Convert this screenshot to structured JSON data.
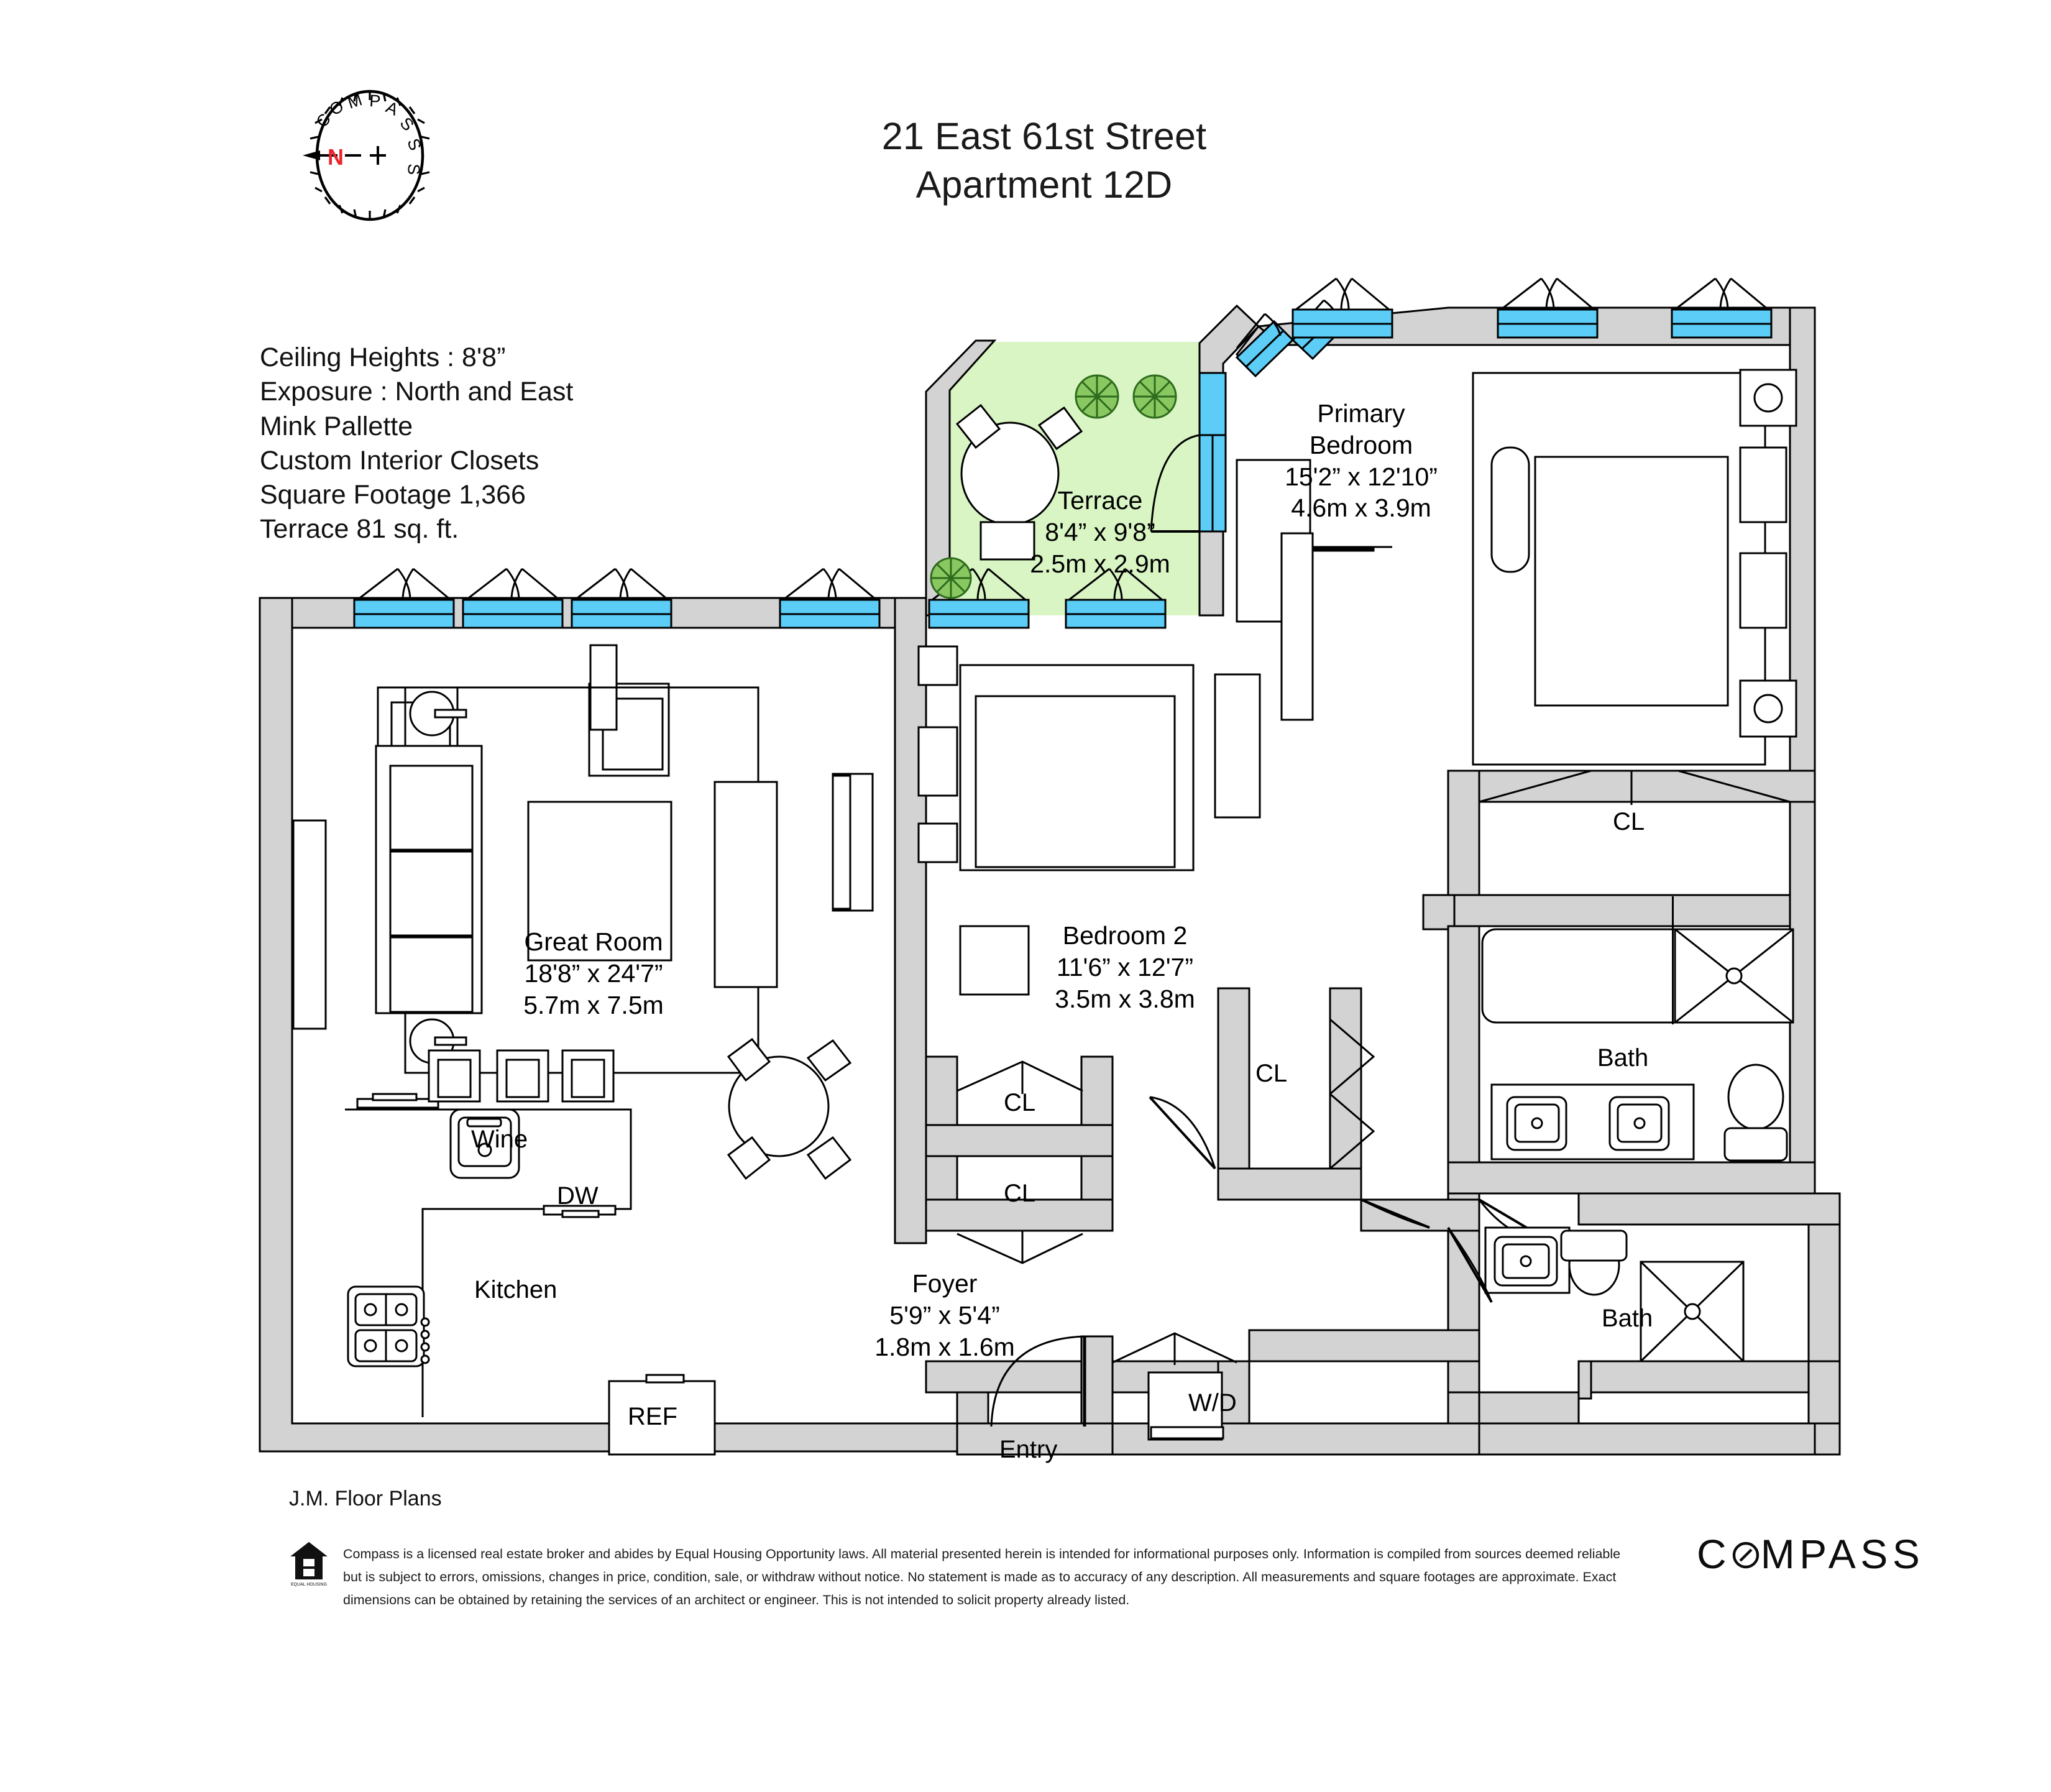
{
  "title": {
    "line1": "21 East 61st Street",
    "line2": "Apartment 12D"
  },
  "compass": {
    "label": "COMPASS",
    "north_marker": "N",
    "north_color": "#e8262b"
  },
  "specs": [
    "Ceiling Heights : 8'8”",
    "Exposure : North and East",
    "Mink Pallette",
    "Custom Interior Closets",
    "Square Footage 1,366",
    "Terrace 81 sq. ft."
  ],
  "rooms": [
    {
      "key": "terrace",
      "name": "Terrace",
      "dim_ft": "8'4” x 9'8”",
      "dim_m": "2.5m x 2.9m"
    },
    {
      "key": "primary",
      "name": "Primary\nBedroom",
      "dim_ft": "15'2” x 12'10”",
      "dim_m": "4.6m x 3.9m"
    },
    {
      "key": "great",
      "name": "Great Room",
      "dim_ft": "18'8” x 24'7”",
      "dim_m": "5.7m x 7.5m"
    },
    {
      "key": "bed2",
      "name": "Bedroom 2",
      "dim_ft": "11'6” x 12'7”",
      "dim_m": "3.5m x 3.8m"
    },
    {
      "key": "foyer",
      "name": "Foyer",
      "dim_ft": "5'9” x 5'4”",
      "dim_m": "1.8m x 1.6m"
    }
  ],
  "labels": {
    "terrace_name": "Terrace",
    "terrace_ft": "8'4” x 9'8”",
    "terrace_m": "2.5m x 2.9m",
    "primary_name1": "Primary",
    "primary_name2": "Bedroom",
    "primary_ft": "15'2” x 12'10”",
    "primary_m": "4.6m x 3.9m",
    "great_name": "Great Room",
    "great_ft": "18'8” x 24'7”",
    "great_m": "5.7m x 7.5m",
    "bed2_name": "Bedroom 2",
    "bed2_ft": "11'6” x 12'7”",
    "bed2_m": "3.5m x 3.8m",
    "foyer_name": "Foyer",
    "foyer_ft": "5'9” x 5'4”",
    "foyer_m": "1.8m x 1.6m",
    "kitchen": "Kitchen",
    "wine": "Wine",
    "dw": "DW",
    "ref": "REF",
    "wd": "W/D",
    "entry": "Entry",
    "bath_primary": "Bath",
    "bath_secondary": "Bath",
    "cl_primary": "CL",
    "cl_hall": "CL",
    "cl_foyer_upper": "CL",
    "cl_foyer_lower": "CL"
  },
  "footer": {
    "credit": "J.M. Floor Plans",
    "disclaimer": "Compass is a licensed real estate broker and abides by Equal Housing Opportunity laws. All material presented herein is intended for informational purposes only. Information is compiled from sources deemed reliable but is subject to errors, omissions, changes in price, condition, sale, or withdraw without notice. No statement is made as to accuracy of any description. All measurements and square footages are approximate. Exact dimensions can be obtained by retaining the services of an architect or engineer. This is not intended to solicit property already listed.",
    "brand_pre": "C",
    "brand_post": "MPASS",
    "eho_caption": "EQUAL HOUSING OPPORTUNITY"
  },
  "colors": {
    "wall": "#d3d3d3",
    "window": "#5bcdf7",
    "terrace": "#d9f5c4",
    "plant_dark": "#4f9b33",
    "plant_light": "#c3e59a",
    "outline": "#000000",
    "north": "#e8262b"
  }
}
